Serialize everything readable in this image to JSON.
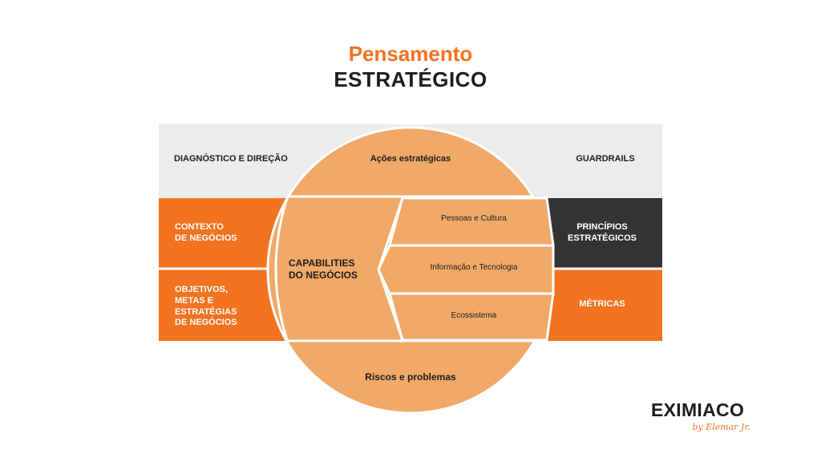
{
  "title": {
    "line1": "Pensamento",
    "line2": "ESTRATÉGICO"
  },
  "top_band": {
    "left": "DIAGNÓSTICO E DIREÇÃO",
    "center": "Ações estratégicas",
    "right": "GUARDRAILS"
  },
  "left_blocks": {
    "contexto": [
      "CONTEXTO",
      "DE NEGÓCIOS"
    ],
    "objetivos": [
      "OBJETIVOS,",
      "METAS E",
      "ESTRATÉGIAS",
      "DE NEGÓCIOS"
    ]
  },
  "right_blocks": {
    "principios": [
      "PRINCÍPIOS",
      "ESTRATÉGICOS"
    ],
    "metricas": "MÉTRICAS"
  },
  "capabilities": {
    "label": [
      "CAPABILITIES",
      "DO NEGÓCIOS"
    ],
    "items": [
      "Pessoas e Cultura",
      "Informação e Tecnologia",
      "Ecossistema"
    ]
  },
  "bottom": "Riscos e problemas",
  "logo": {
    "brand": "EXIMIACO",
    "byline": "by Elemar Jr."
  },
  "colors": {
    "orange": "#f37321",
    "light_orange": "#f0a968",
    "dark": "#333333",
    "gray_band": "#ececec",
    "text": "#1d1d1b"
  }
}
